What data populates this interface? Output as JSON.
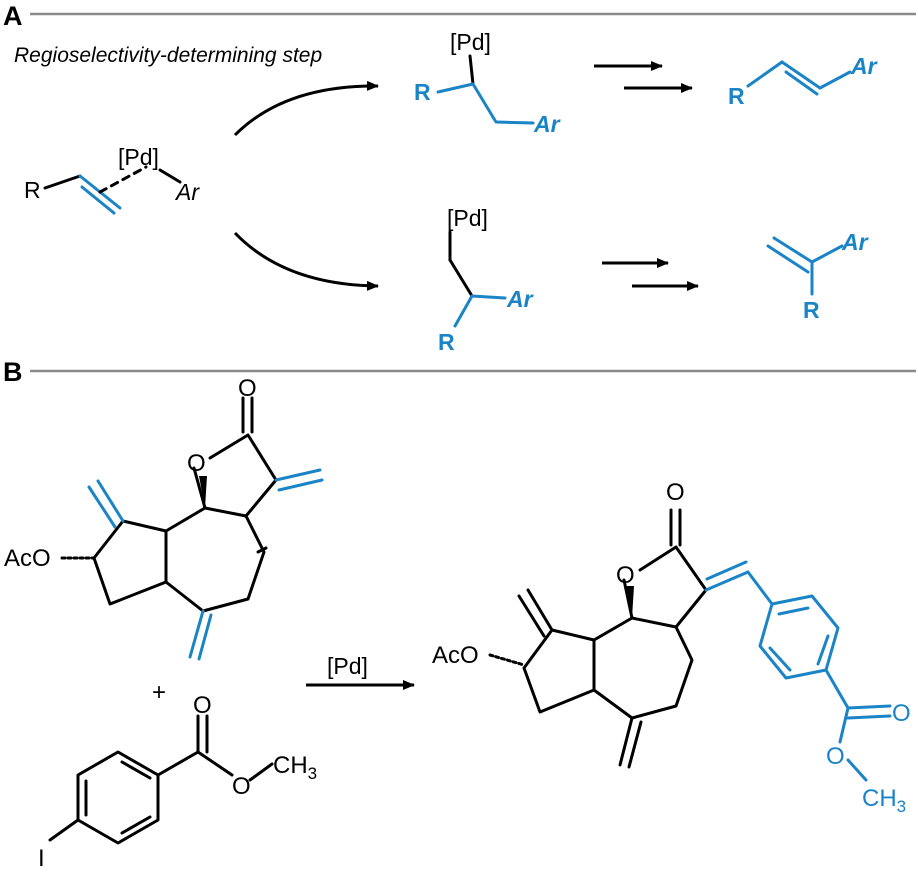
{
  "panels": {
    "a_label": "A",
    "b_label": "B"
  },
  "panel_a": {
    "caption": "Regioselectivity-determining step",
    "reactant": {
      "pd": "[Pd]",
      "r": "R",
      "ar": "Ar"
    },
    "upper_intermediate": {
      "pd": "[Pd]",
      "r": "R",
      "ar": "Ar"
    },
    "upper_product": {
      "r": "R",
      "ar": "Ar"
    },
    "lower_intermediate": {
      "pd": "[Pd]",
      "r": "R",
      "ar": "Ar"
    },
    "lower_product": {
      "r": "R",
      "ar": "Ar"
    }
  },
  "panel_b": {
    "substrate": {
      "carbonyl_o": "O",
      "ring_o": "O",
      "acetoxy": "AcO"
    },
    "plus": "+",
    "aryl_iodide": {
      "carbonyl_o": "O",
      "ester_o": "O",
      "methyl": "CH",
      "methyl_sub": "3",
      "iodo": "I"
    },
    "reagent": "[Pd]",
    "product": {
      "carbonyl_o": "O",
      "ring_o": "O",
      "acetoxy": "AcO",
      "ester_carbonyl_o": "O",
      "ester_o": "O",
      "methyl": "CH",
      "methyl_sub": "3"
    }
  },
  "colors": {
    "accent": "#1a84c6",
    "ink": "#000000",
    "rule": "#8a8a8a"
  }
}
